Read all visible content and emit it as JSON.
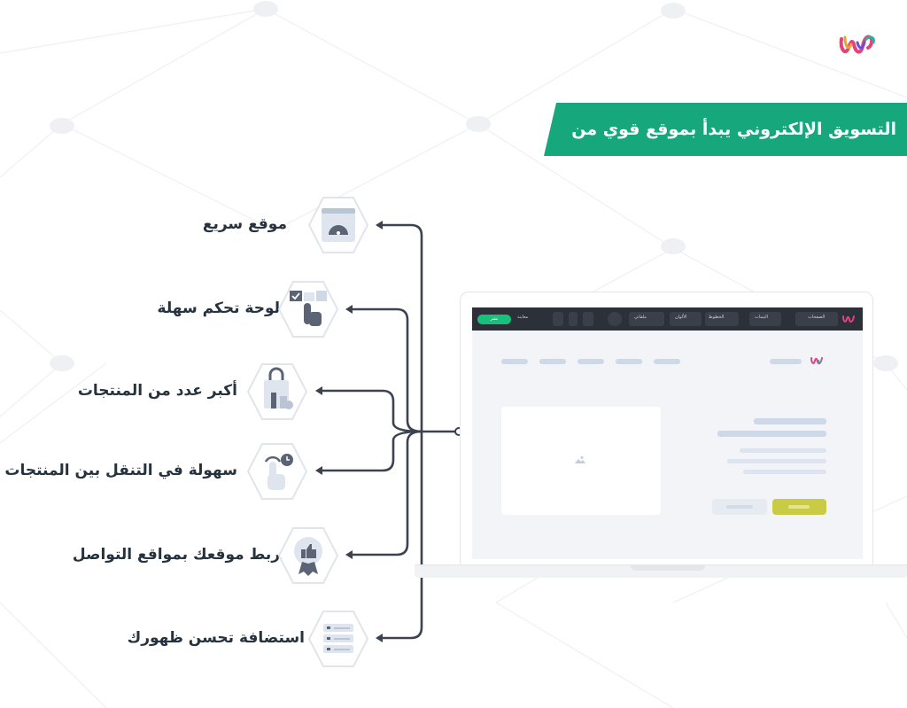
{
  "banner": {
    "title": "التسويق الإلكتروني يبدأ بموقع قوي من ويلت",
    "color": "#17a77d"
  },
  "brand": {
    "logo_icon": "wuilt-logo-icon"
  },
  "features": [
    {
      "label": "موقع سريع",
      "icon": "speedometer-icon"
    },
    {
      "label": "لوحة تحكم سهلة",
      "icon": "hand-touch-dashboard-icon"
    },
    {
      "label": "أكبر عدد من المنتجات",
      "icon": "products-bag-icon"
    },
    {
      "label": "سهولة في التنقل بين المنتجات",
      "icon": "hand-clock-icon"
    },
    {
      "label": "ربط موقعك بمواقع التواصل",
      "icon": "thumbs-up-badge-icon"
    },
    {
      "label": "استضافة تحسن ظهورك",
      "icon": "server-stack-icon"
    }
  ],
  "editor": {
    "toolbar": {
      "pages": "الصفحات",
      "themes": "الثيمات",
      "fonts": "الخطوط",
      "colors": "الألوان",
      "files": "ملفاتي",
      "preview": "معاينة",
      "publish": "نشر"
    },
    "accent": "#c9cb45"
  },
  "colors": {
    "text": "#26323d",
    "connector": "#3b4250",
    "hex_fill": "#eef1f5",
    "hex_border": "#e1e5ea"
  }
}
